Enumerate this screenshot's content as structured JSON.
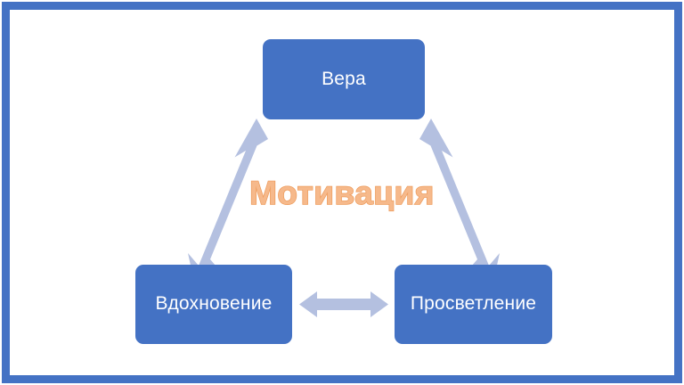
{
  "slide": {
    "background_color": "#FFFFFF",
    "frame_color": "#4472C4",
    "node_color": "#4472C4",
    "node_text_color": "#FFFFFF",
    "arrow_color": "#B4C0E0",
    "center_label_fill": "#F6B98B",
    "center_label_outline": "#ED9A5A"
  },
  "diagram": {
    "type": "triangle-cycle",
    "center_label": "Мотивация",
    "nodes": [
      {
        "id": "top",
        "label": "Вера"
      },
      {
        "id": "left",
        "label": "Вдохновение"
      },
      {
        "id": "right",
        "label": "Просветление"
      }
    ],
    "connectors": [
      {
        "id": "left-top",
        "from": "Вдохновение",
        "to": "Вера",
        "style": "double-headed-arrow"
      },
      {
        "id": "right-top",
        "from": "Просветление",
        "to": "Вера",
        "style": "double-headed-arrow"
      },
      {
        "id": "left-right",
        "from": "Вдохновение",
        "to": "Просветление",
        "style": "double-headed-arrow"
      }
    ]
  }
}
